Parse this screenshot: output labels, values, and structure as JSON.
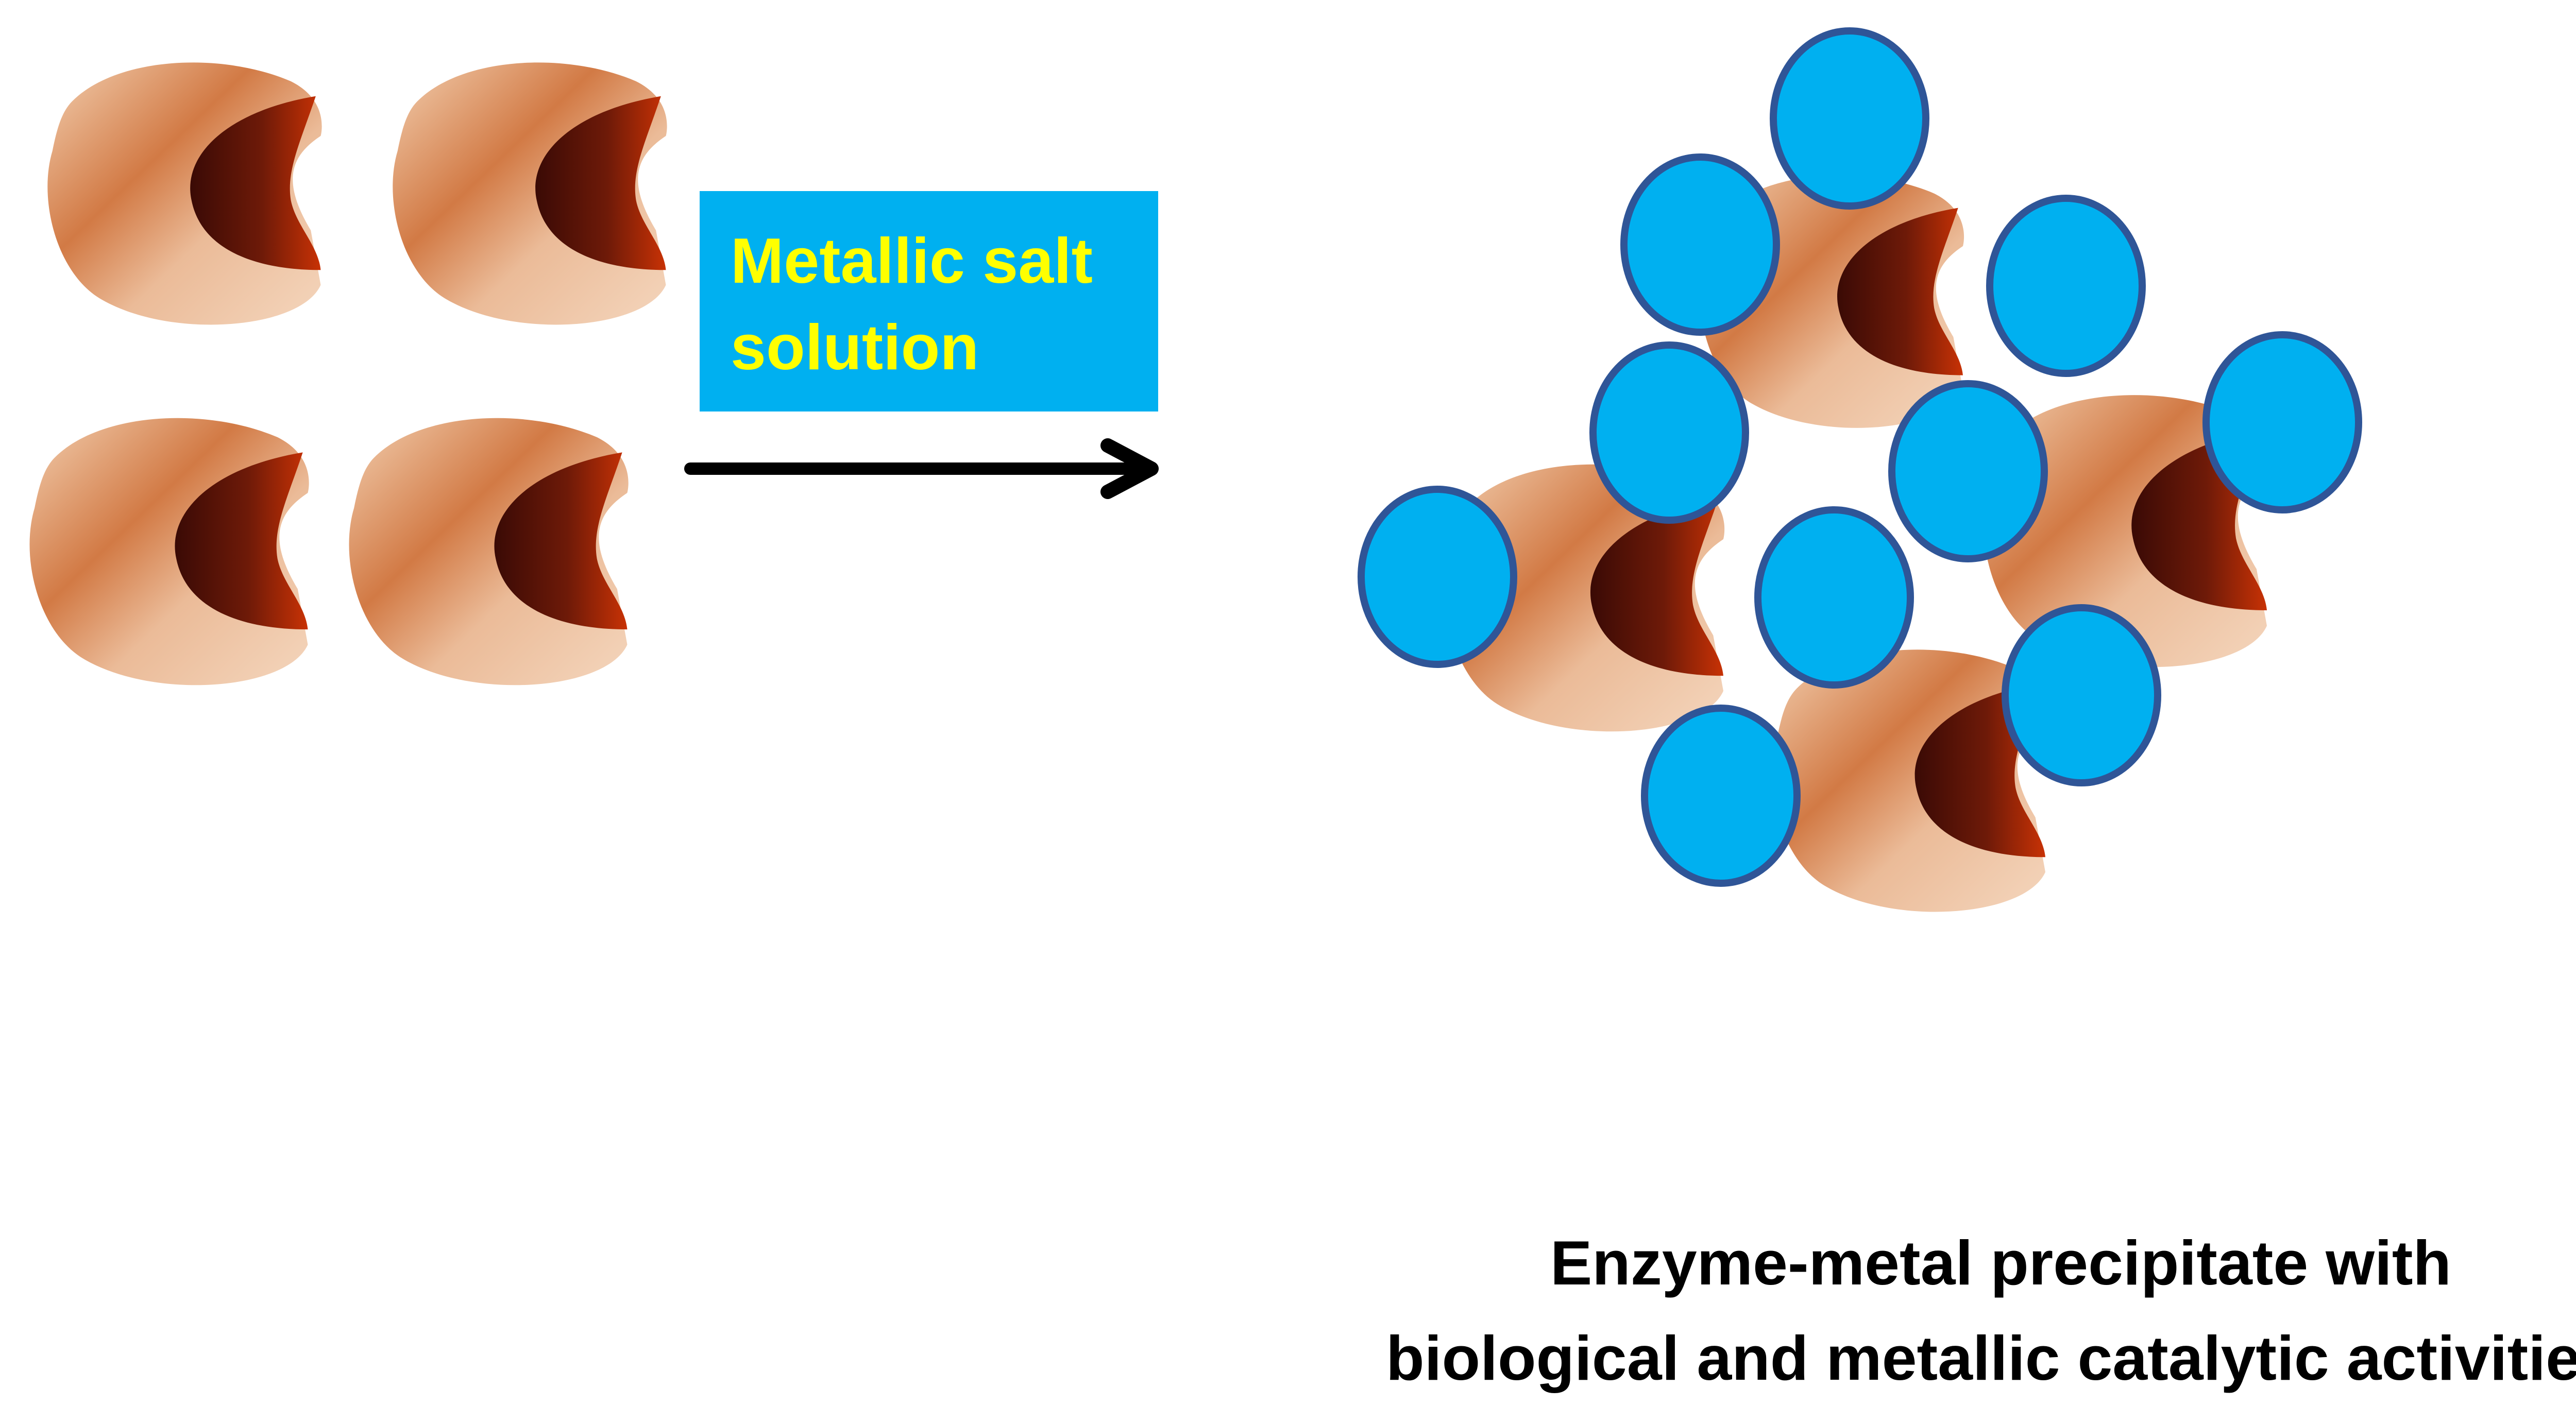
{
  "reagent": {
    "line1": "Metallic salt",
    "line2": "solution"
  },
  "result_caption": {
    "line1": "Enzyme-metal precipitate with",
    "line2": "biological and metallic catalytic activities"
  },
  "colors": {
    "enzyme_light": "#f2cfb0",
    "enzyme_dark": "#d27a45",
    "pocket_dark": "#3a0a05",
    "pocket_red": "#c83205",
    "metal_fill": "#00b0f0",
    "metal_stroke": "#2f5597",
    "box_fill": "#00b0f0",
    "box_text": "#ffff00",
    "arrow": "#000000"
  }
}
